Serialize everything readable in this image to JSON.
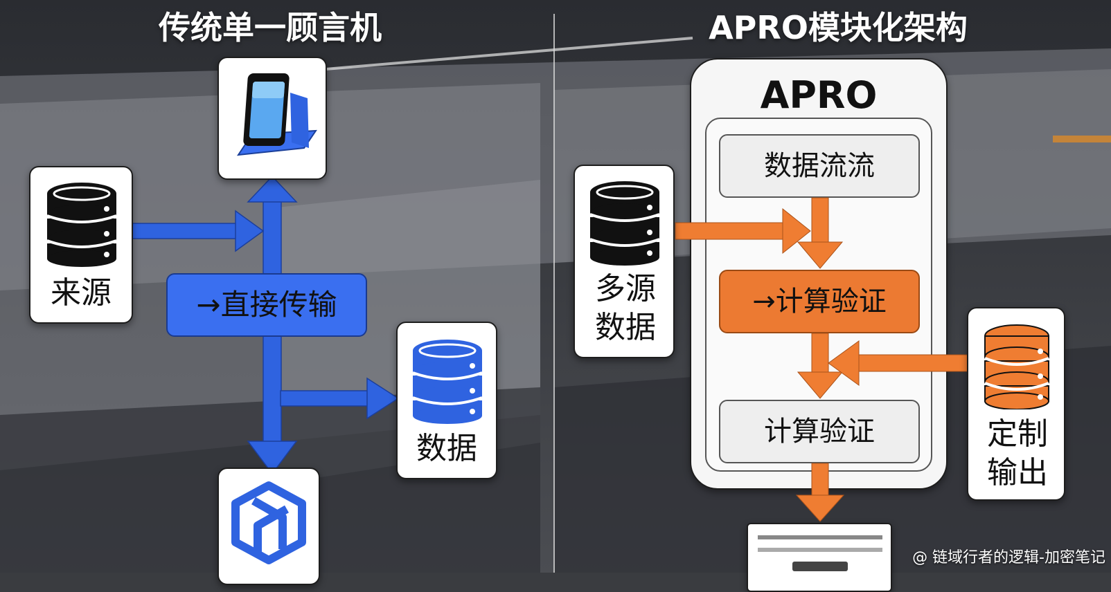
{
  "left": {
    "title": "传统单一顾言机",
    "source_label": "来源",
    "direct_label": "→直接传输",
    "data_label": "数据"
  },
  "right": {
    "title": "APRO模块化架构",
    "apro_label": "APRO",
    "stream_label": "数据流流",
    "compute_active_label": "→计算验证",
    "compute_label": "计算验证",
    "multi_source_label": "多源数据",
    "custom_output_label": "定制输出"
  },
  "watermark": "@ 链域行者的逻辑-加密笔记",
  "colors": {
    "blue": "#2f63e0",
    "blue_box": "#3a6ff0",
    "orange": "#ef7d32",
    "orange_box": "#ec7a32",
    "box_grey": "#eeeeee",
    "card_border": "#1d1d1d"
  },
  "icons": [
    "phone-icon",
    "database-icon",
    "hexagon-logo-icon",
    "document-icon"
  ]
}
